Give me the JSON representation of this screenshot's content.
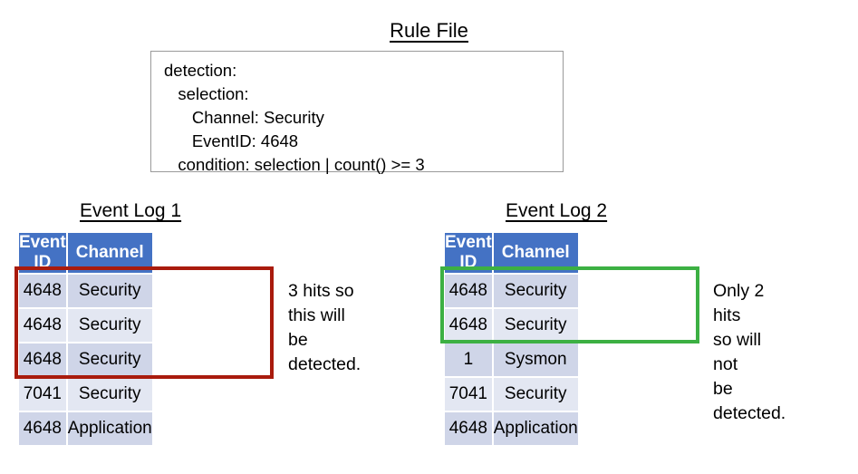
{
  "rule_file": {
    "title": "Rule File",
    "lines": [
      "detection:",
      "   selection:",
      "      Channel: Security",
      "      EventID: 4648",
      "   condition: selection | count() >= 3"
    ]
  },
  "logs": [
    {
      "title": "Event Log 1",
      "columns": [
        "Event ID",
        "Channel"
      ],
      "rows": [
        {
          "event_id": "4648",
          "channel": "Security"
        },
        {
          "event_id": "4648",
          "channel": "Security"
        },
        {
          "event_id": "4648",
          "channel": "Security"
        },
        {
          "event_id": "7041",
          "channel": "Security"
        },
        {
          "event_id": "4648",
          "channel": "Application"
        }
      ],
      "highlight": {
        "name": "red-highlight",
        "color": "#A91B0D",
        "row_count": 3
      },
      "annotation": "3 hits so\nthis will\nbe detected."
    },
    {
      "title": "Event Log 2",
      "columns": [
        "Event ID",
        "Channel"
      ],
      "rows": [
        {
          "event_id": "4648",
          "channel": "Security"
        },
        {
          "event_id": "4648",
          "channel": "Security"
        },
        {
          "event_id": "1",
          "channel": "Sysmon"
        },
        {
          "event_id": "7041",
          "channel": "Security"
        },
        {
          "event_id": "4648",
          "channel": "Application"
        }
      ],
      "highlight": {
        "name": "green-highlight",
        "color": "#3CB043",
        "row_count": 2
      },
      "annotation": "Only 2 hits\nso will not\nbe detected."
    }
  ],
  "colors": {
    "header_blue": "#4472C4",
    "row_dark": "#CFD5E8",
    "row_light": "#E3E7F2",
    "highlight_red": "#A91B0D",
    "highlight_green": "#3CB043",
    "box_border": "#9A9A9A"
  }
}
